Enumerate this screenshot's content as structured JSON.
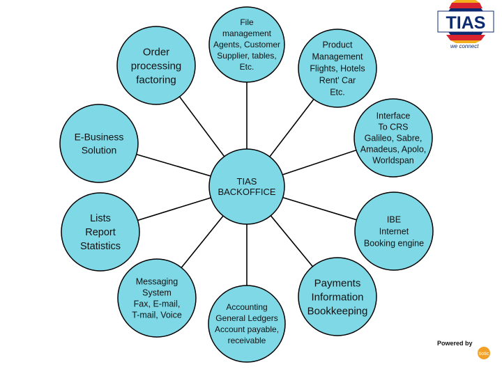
{
  "center": {
    "lines": [
      "TIAS",
      "BACKOFFICE"
    ]
  },
  "nodes": [
    {
      "id": "order-processing",
      "lines": [
        "Order",
        "processing",
        "factoring"
      ]
    },
    {
      "id": "file-management",
      "lines": [
        "File",
        "management",
        "Agents, Customer",
        "Supplier, tables,",
        "Etc."
      ]
    },
    {
      "id": "product-management",
      "lines": [
        "Product",
        "Management",
        "Flights, Hotels",
        "Rent' Car",
        "Etc."
      ]
    },
    {
      "id": "e-business",
      "lines": [
        "E-Business",
        "Solution"
      ]
    },
    {
      "id": "interface-crs",
      "lines": [
        "Interface",
        "To CRS",
        "Galileo, Sabre,",
        "Amadeus, Apolo,",
        "Worldspan"
      ]
    },
    {
      "id": "lists-report",
      "lines": [
        "Lists",
        "Report",
        "Statistics"
      ]
    },
    {
      "id": "ibe",
      "lines": [
        "IBE",
        "Internet",
        "Booking engine"
      ]
    },
    {
      "id": "messaging",
      "lines": [
        "Messaging",
        "System",
        "Fax, E-mail,",
        "T-mail, Voice"
      ]
    },
    {
      "id": "accounting",
      "lines": [
        "Accounting",
        "General Ledgers",
        "Account payable,",
        "receivable"
      ]
    },
    {
      "id": "payments",
      "lines": [
        "Payments",
        "Information",
        "Bookkeeping"
      ]
    }
  ],
  "logo": {
    "text": "TIAS",
    "tagline": "we connect",
    "colors": [
      "#0b2a6f",
      "#d9232e",
      "#f2b01e"
    ]
  },
  "powered_by": {
    "text": "Powered by",
    "badge": "tiotic"
  },
  "colors": {
    "node_fill": "#7fd8e6",
    "stroke": "#000000"
  }
}
